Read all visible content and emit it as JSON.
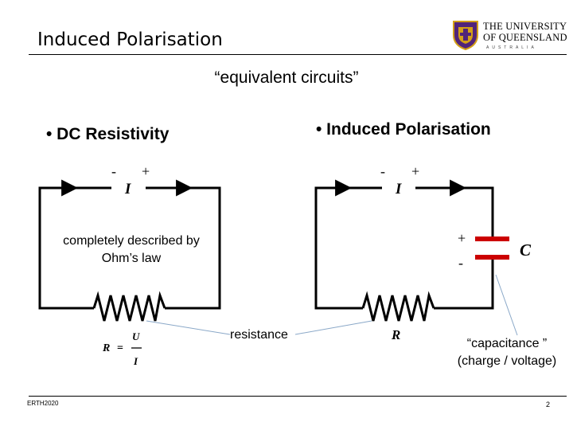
{
  "slide": {
    "title": "Induced Polarisation",
    "subtitle": "“equivalent circuits”",
    "page_number": "2",
    "course_code": "ERTH2020"
  },
  "logo": {
    "line1": "THE UNIVERSITY",
    "line2": "OF QUEENSLAND",
    "line3": "AUSTRALIA"
  },
  "dc_section": {
    "heading": "• DC Resistivity",
    "current_symbol": "I",
    "minus_sign": "-",
    "plus_sign": "+",
    "note": "completely described by Ohm’s law",
    "formula_r": "R",
    "formula_eq": "=",
    "formula_u": "U",
    "formula_i": "I"
  },
  "ip_section": {
    "heading": "• Induced Polarisation",
    "current_symbol": "I",
    "minus_sign": "-",
    "plus_sign": "+",
    "cap_plus": "+",
    "cap_minus": "-",
    "capacitor_symbol": "C",
    "resistor_symbol": "R"
  },
  "annotations": {
    "resistance": "resistance",
    "capacitance": "“capacitance ” (charge / voltage)"
  },
  "colors": {
    "capacitor": "#cc0000",
    "leader_line": "#8aa8c8",
    "wire": "#000000"
  }
}
